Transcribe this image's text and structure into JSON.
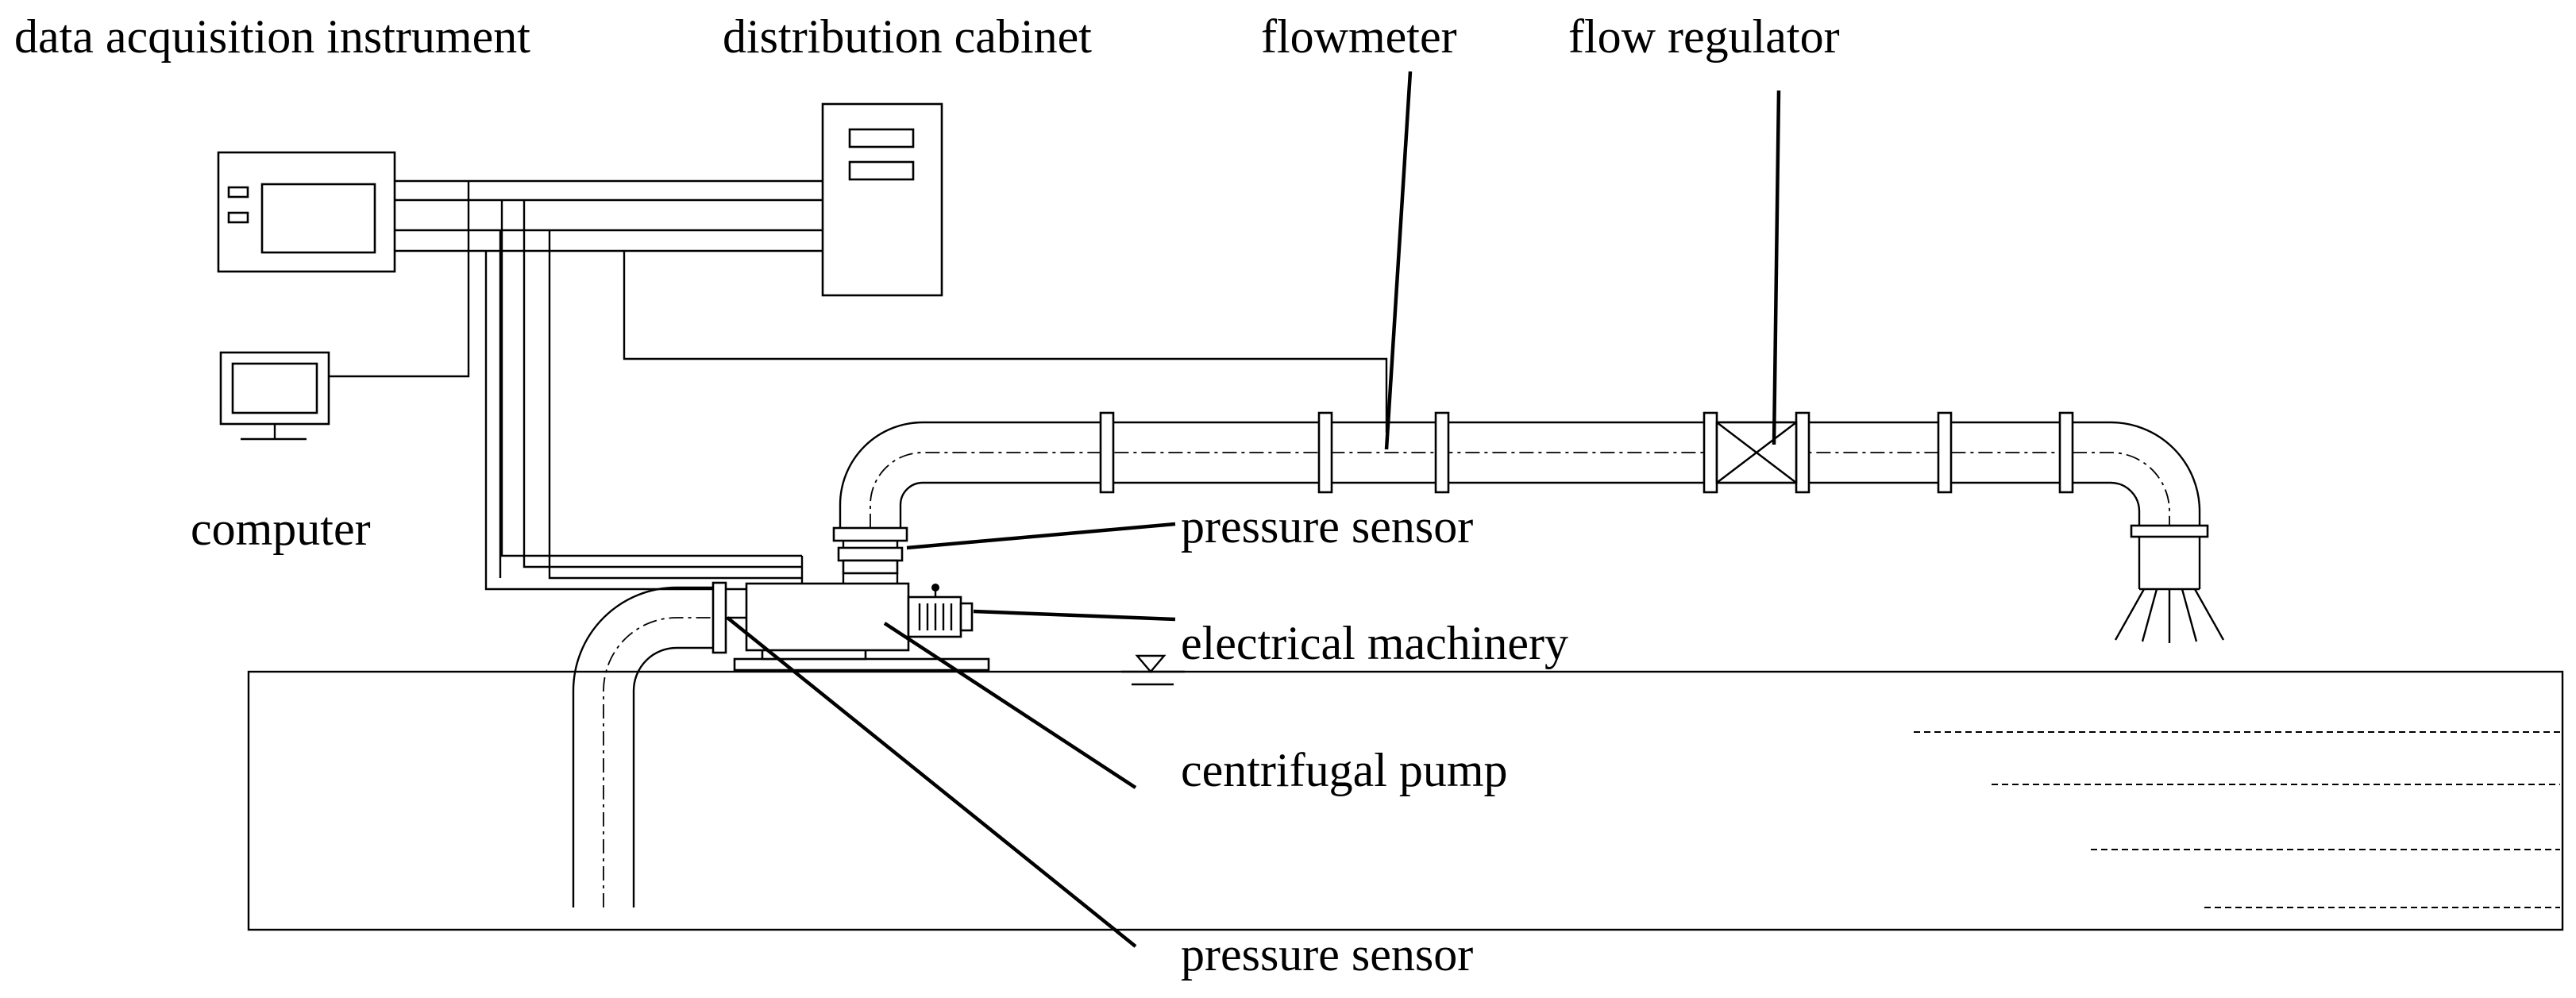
{
  "diagram": {
    "labels": {
      "data_acquisition": "data acquisition instrument",
      "distribution_cabinet": "distribution cabinet",
      "flowmeter": "flowmeter",
      "flow_regulator": "flow regulator",
      "computer": "computer",
      "pressure_sensor_outlet": "pressure sensor",
      "electrical_machinery": "electrical machinery",
      "centrifugal_pump": "centrifugal pump",
      "pressure_sensor_inlet": "pressure sensor"
    },
    "line_color": "#000000",
    "background": "#ffffff"
  }
}
